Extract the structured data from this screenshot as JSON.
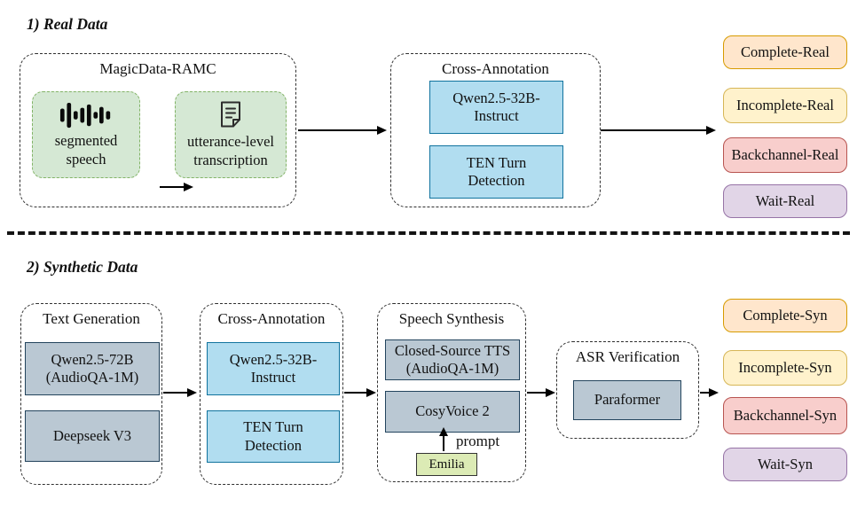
{
  "real": {
    "heading": "1) Real Data",
    "magicdata": {
      "title": "MagicData-RAMC",
      "segmented_speech": "segmented\nspeech",
      "transcription": "utterance-level\ntranscription",
      "icons": {
        "segmented_speech": "waveform-icon",
        "transcription": "document-icon"
      }
    },
    "cross_annotation": {
      "title": "Cross-Annotation",
      "model1": "Qwen2.5-32B-\nInstruct",
      "model2": "TEN Turn\nDetection"
    },
    "outputs": [
      "Complete-Real",
      "Incomplete-Real",
      "Backchannel-Real",
      "Wait-Real"
    ]
  },
  "synthetic": {
    "heading": "2) Synthetic Data",
    "text_generation": {
      "title": "Text Generation",
      "model1": "Qwen2.5-72B\n(AudioQA-1M)",
      "model2": "Deepseek V3"
    },
    "cross_annotation": {
      "title": "Cross-Annotation",
      "model1": "Qwen2.5-32B-\nInstruct",
      "model2": "TEN Turn\nDetection"
    },
    "speech_synthesis": {
      "title": "Speech Synthesis",
      "model1": "Closed-Source TTS\n(AudioQA-1M)",
      "model2": "CosyVoice 2",
      "prompt_source": "Emilia",
      "prompt_label": "prompt"
    },
    "asr_verification": {
      "title": "ASR Verification",
      "model1": "Paraformer"
    },
    "outputs": [
      "Complete-Syn",
      "Incomplete-Syn",
      "Backchannel-Syn",
      "Wait-Syn"
    ]
  },
  "colors": {
    "green_fill": "#D5E8D4",
    "green_stroke": "#82B366",
    "blue_fill": "#B1DDF0",
    "blue_stroke": "#10739E",
    "gray_fill": "#BAC8D3",
    "gray_stroke": "#23445D",
    "orange_fill": "#FFE6CC",
    "orange_stroke": "#D79B00",
    "yellow_fill": "#FFF2CC",
    "yellow_stroke": "#D6B656",
    "red_fill": "#F8CECC",
    "red_stroke": "#B85450",
    "purple_fill": "#E1D5E7",
    "purple_stroke": "#9673A6",
    "lime_fill": "#DCEBB5",
    "lime_stroke": "#333333"
  }
}
